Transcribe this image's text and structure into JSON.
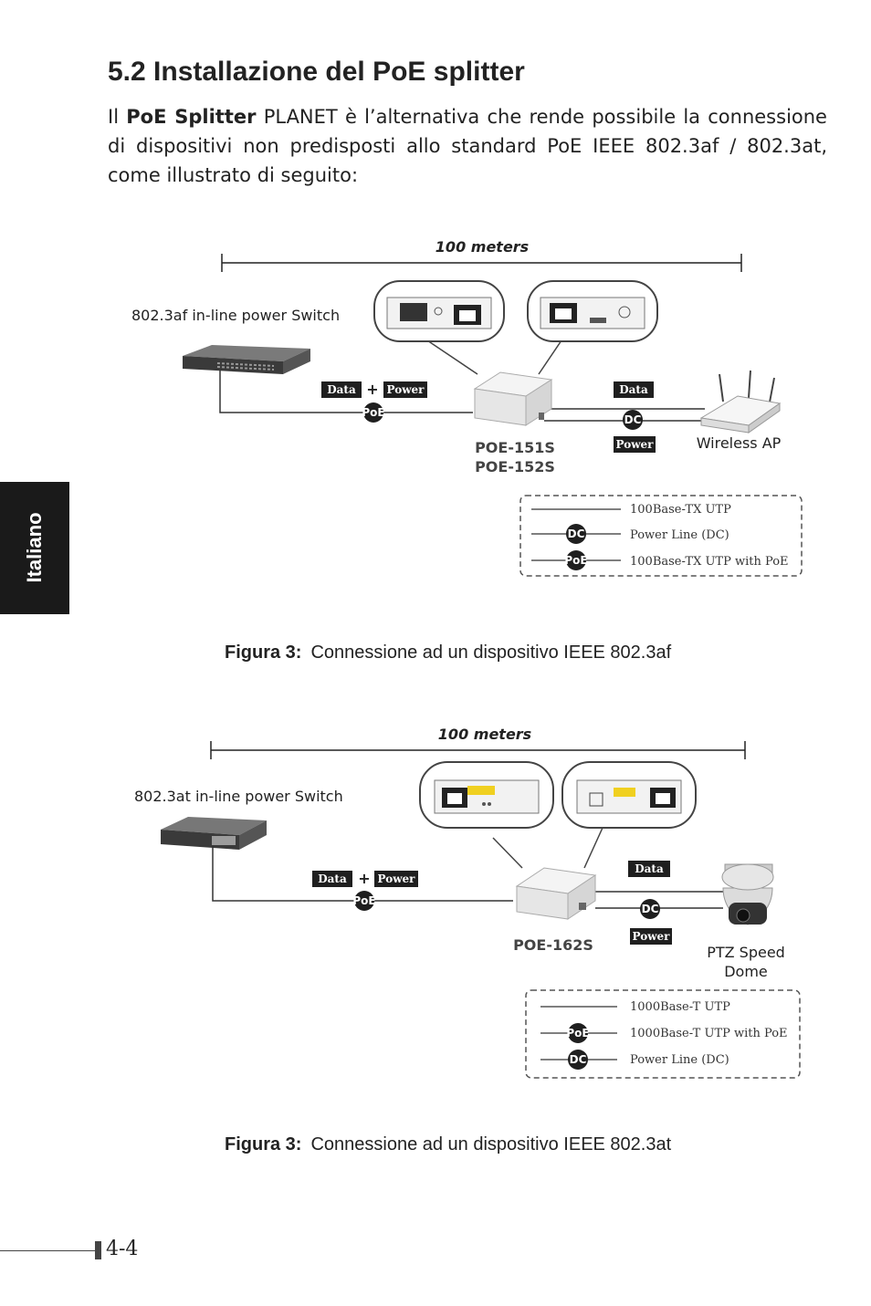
{
  "section": {
    "title": "5.2 Installazione del PoE splitter",
    "intro_prefix": "Il",
    "intro_bold": "PoE Splitter",
    "intro_rest": "PLANET è l’alternativa che rende possibile la connessione di dispositivi non predisposti allo standard PoE IEEE 802.3af / 802.3at, come illustrato di seguito:"
  },
  "side_tab": {
    "label": "Italiano"
  },
  "figure1": {
    "distance_label": "100 meters",
    "switch_label": "802.3af in-line power Switch",
    "badge_data_left": "Data",
    "plus_sign": "+",
    "badge_power_left": "Power",
    "poe_circle": "PoE",
    "badge_data_right": "Data",
    "dc_circle": "DC",
    "badge_power_right": "Power",
    "device_label": "Wireless AP",
    "model_line1": "POE-151S",
    "model_line2": "POE-152S",
    "legend": [
      {
        "symbol": "",
        "text": "100Base-TX UTP"
      },
      {
        "symbol": "DC",
        "text": "Power Line (DC)"
      },
      {
        "symbol": "PoE",
        "text": "100Base-TX UTP with PoE"
      }
    ],
    "caption_label": "Figura 3:",
    "caption_text": "Connessione ad un dispositivo IEEE 802.3af"
  },
  "figure2": {
    "distance_label": "100 meters",
    "switch_label": "802.3at in-line power Switch",
    "badge_data_left": "Data",
    "plus_sign": "+",
    "badge_power_left": "Power",
    "poe_circle": "PoE",
    "badge_data_right": "Data",
    "dc_circle": "DC",
    "badge_power_right": "Power",
    "device_label_line1": "PTZ Speed",
    "device_label_line2": "Dome",
    "model_line1": "POE-162S",
    "legend": [
      {
        "symbol": "",
        "text": "1000Base-T UTP"
      },
      {
        "symbol": "PoE",
        "text": "1000Base-T UTP with PoE"
      },
      {
        "symbol": "DC",
        "text": "Power Line (DC)"
      }
    ],
    "caption_label": "Figura 3:",
    "caption_text": "Connessione ad un dispositivo IEEE 802.3at"
  },
  "footer": {
    "page_number": "4-4"
  },
  "colors": {
    "badge": "#1f1f1f",
    "circle": "#1f1f1f",
    "tab": "#1a1a1a",
    "device": "#ececec"
  }
}
